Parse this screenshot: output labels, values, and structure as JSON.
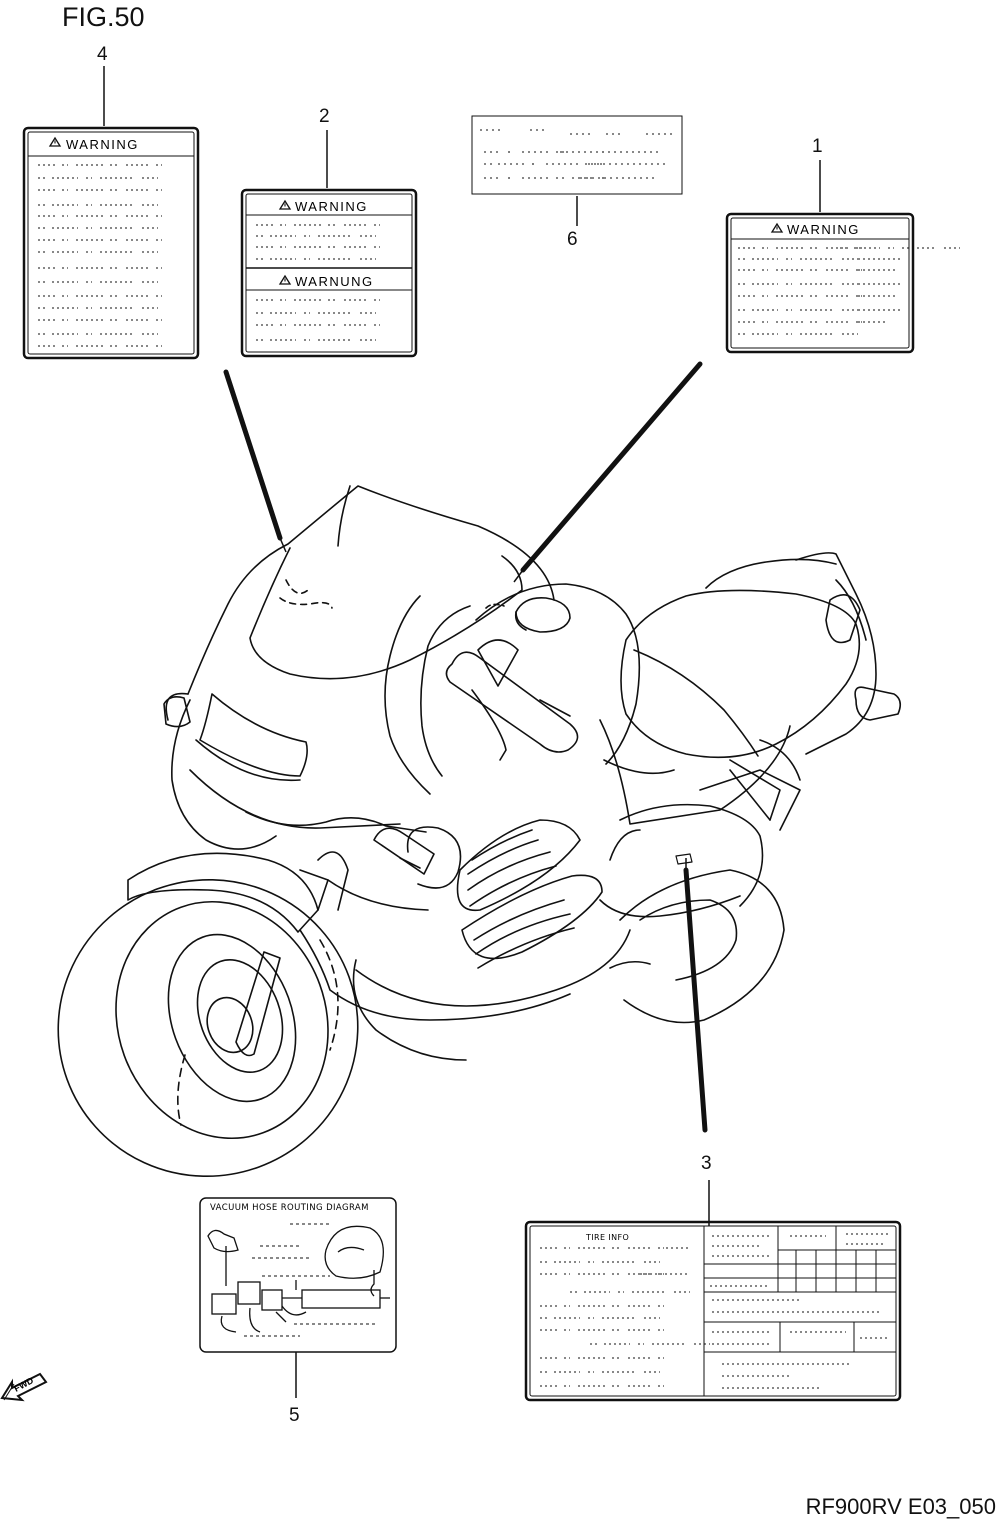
{
  "figure": {
    "title": "FIG.50",
    "reference_code": "RF900RV E03_050"
  },
  "callouts": [
    "1",
    "2",
    "3",
    "4",
    "5",
    "6"
  ],
  "labels": {
    "warning_label_1": {
      "heading": "WARNING"
    },
    "warning_label_2": {
      "heading_top": "WARNING",
      "heading_bottom": "WARNUNG"
    },
    "tire_info_label_3": {
      "heading": "TIRE INFO"
    },
    "warning_label_4": {
      "heading": "WARNING"
    },
    "vacuum_hose_label_5": {
      "heading": "VACUUM HOSE ROUTING DIAGRAM"
    }
  },
  "fwd_arrow": {
    "text": "FWD"
  },
  "colors": {
    "ink": "#111111",
    "paper": "#ffffff"
  }
}
